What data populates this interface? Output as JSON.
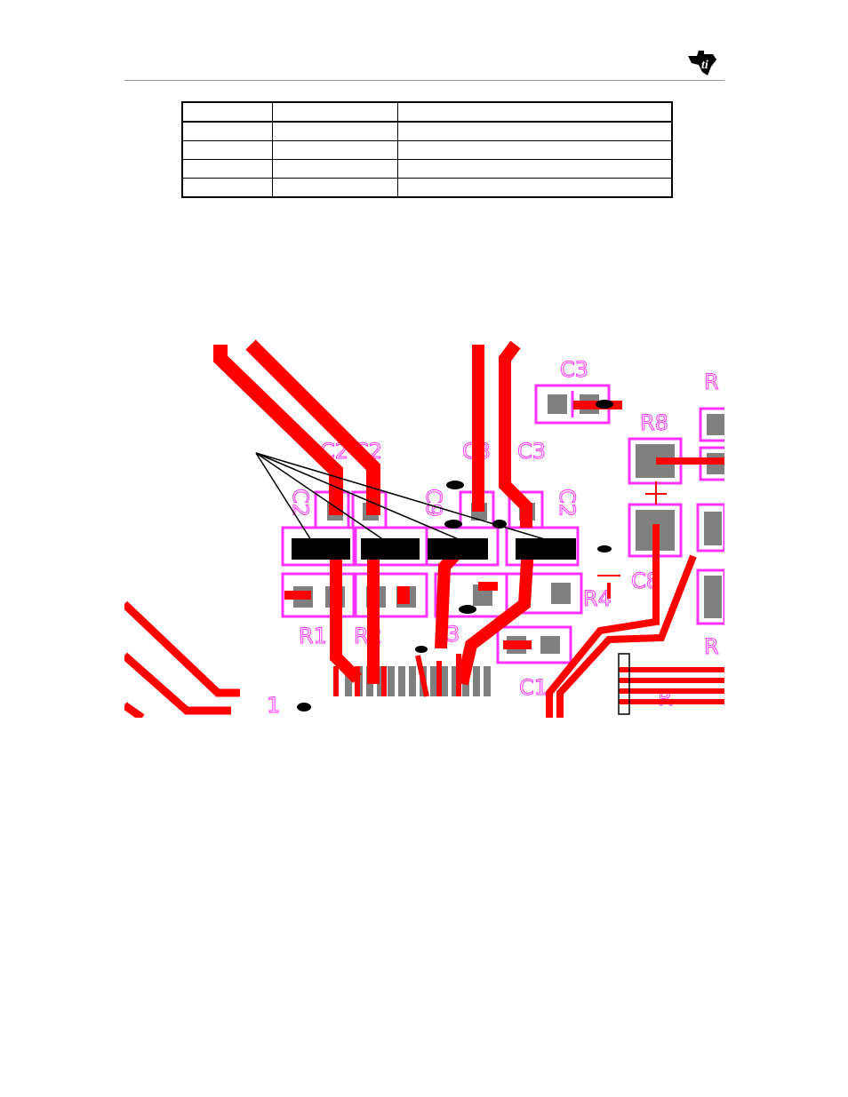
{
  "header": {
    "logo_icon": "texas-instruments-logo-icon",
    "rule_color": "#9a9a9a"
  },
  "table": {
    "rows": 5,
    "columns": 3
  },
  "figure": {
    "colors": {
      "trace": "#ff0000",
      "silkscreen": "#ff33ff",
      "pad": "#808080",
      "label_box": "#000000"
    },
    "component_labels": [
      "C3",
      "R8",
      "C1",
      "R4",
      "C8",
      "R1",
      "R2",
      "3",
      "C2",
      "C9",
      "C3",
      "R",
      "1"
    ]
  }
}
